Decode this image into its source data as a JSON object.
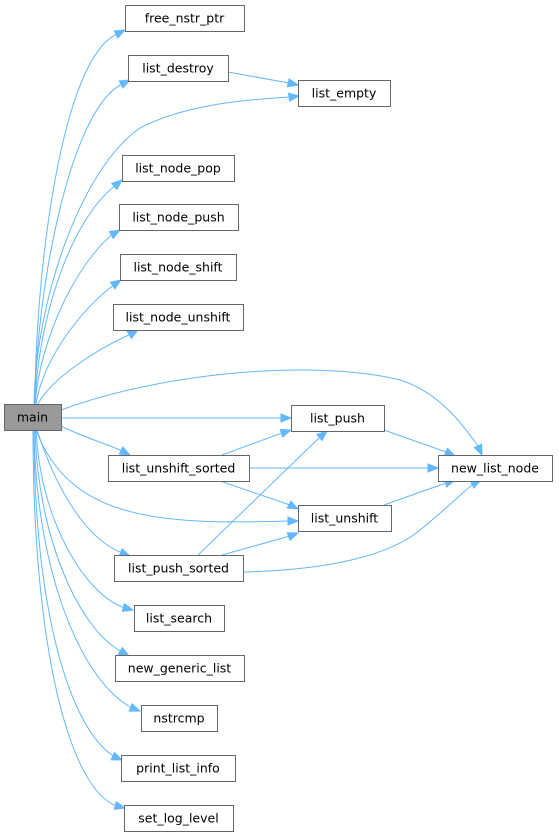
{
  "graph": {
    "root": "main",
    "nodes": [
      {
        "id": "main",
        "label": "main"
      },
      {
        "id": "free_nstr_ptr",
        "label": "free_nstr_ptr"
      },
      {
        "id": "list_destroy",
        "label": "list_destroy"
      },
      {
        "id": "list_empty",
        "label": "list_empty"
      },
      {
        "id": "list_node_pop",
        "label": "list_node_pop"
      },
      {
        "id": "list_node_push",
        "label": "list_node_push"
      },
      {
        "id": "list_node_shift",
        "label": "list_node_shift"
      },
      {
        "id": "list_node_unshift",
        "label": "list_node_unshift"
      },
      {
        "id": "list_push",
        "label": "list_push"
      },
      {
        "id": "list_unshift_sorted",
        "label": "list_unshift_sorted"
      },
      {
        "id": "new_list_node",
        "label": "new_list_node"
      },
      {
        "id": "list_unshift",
        "label": "list_unshift"
      },
      {
        "id": "list_push_sorted",
        "label": "list_push_sorted"
      },
      {
        "id": "list_search",
        "label": "list_search"
      },
      {
        "id": "new_generic_list",
        "label": "new_generic_list"
      },
      {
        "id": "nstrcmp",
        "label": "nstrcmp"
      },
      {
        "id": "print_list_info",
        "label": "print_list_info"
      },
      {
        "id": "set_log_level",
        "label": "set_log_level"
      }
    ],
    "edges": [
      {
        "from": "main",
        "to": "free_nstr_ptr"
      },
      {
        "from": "main",
        "to": "list_destroy"
      },
      {
        "from": "main",
        "to": "list_empty"
      },
      {
        "from": "main",
        "to": "list_node_pop"
      },
      {
        "from": "main",
        "to": "list_node_push"
      },
      {
        "from": "main",
        "to": "list_node_shift"
      },
      {
        "from": "main",
        "to": "list_node_unshift"
      },
      {
        "from": "main",
        "to": "new_list_node"
      },
      {
        "from": "main",
        "to": "list_push"
      },
      {
        "from": "main",
        "to": "list_unshift_sorted"
      },
      {
        "from": "main",
        "to": "list_unshift"
      },
      {
        "from": "main",
        "to": "list_push_sorted"
      },
      {
        "from": "main",
        "to": "list_search"
      },
      {
        "from": "main",
        "to": "new_generic_list"
      },
      {
        "from": "main",
        "to": "nstrcmp"
      },
      {
        "from": "main",
        "to": "print_list_info"
      },
      {
        "from": "main",
        "to": "set_log_level"
      },
      {
        "from": "list_destroy",
        "to": "list_empty"
      },
      {
        "from": "list_push",
        "to": "new_list_node"
      },
      {
        "from": "list_unshift_sorted",
        "to": "list_push"
      },
      {
        "from": "list_unshift_sorted",
        "to": "new_list_node"
      },
      {
        "from": "list_unshift_sorted",
        "to": "list_unshift"
      },
      {
        "from": "list_unshift",
        "to": "new_list_node"
      },
      {
        "from": "list_push_sorted",
        "to": "list_push"
      },
      {
        "from": "list_push_sorted",
        "to": "list_unshift"
      },
      {
        "from": "list_push_sorted",
        "to": "new_list_node"
      }
    ],
    "colors": {
      "edge": "#63b8ff",
      "node_border": "#666666",
      "node_fill": "#ffffff",
      "root_fill": "#999999",
      "text": "#000000"
    }
  }
}
